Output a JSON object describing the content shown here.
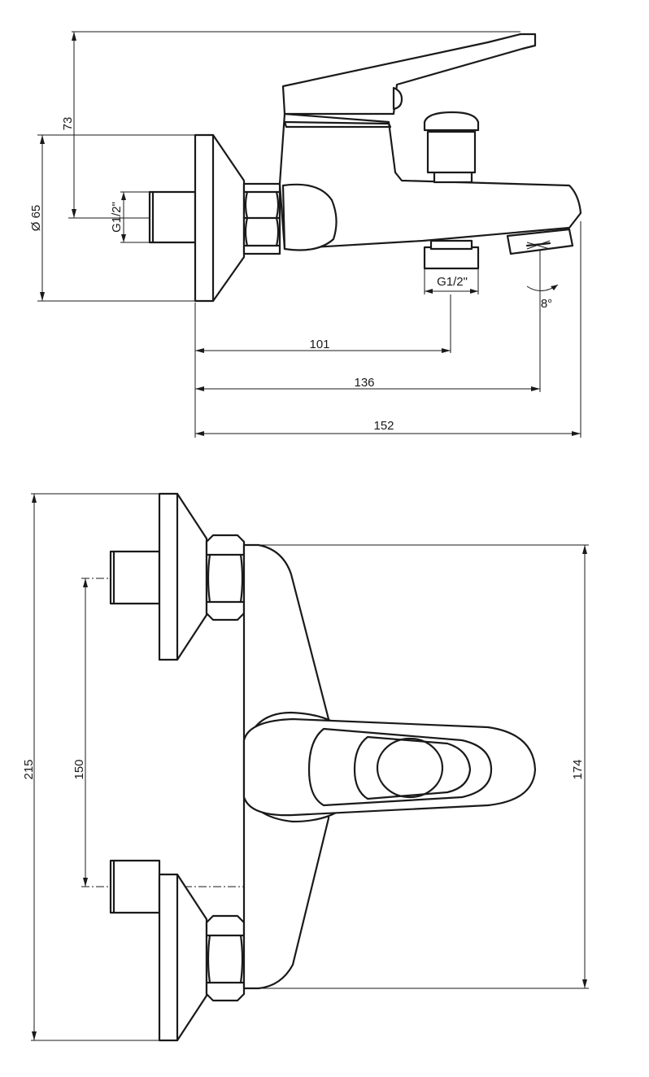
{
  "top_view": {
    "dim_height": "73",
    "dim_flange_diameter": "Ø 65",
    "dim_inlet_thread": "G1/2\"",
    "dim_outlet_thread": "G1/2\"",
    "dim_angle": "8°",
    "dim_length_1": "101",
    "dim_length_2": "136",
    "dim_length_3": "152"
  },
  "front_view": {
    "dim_total_height": "215",
    "dim_inlet_spacing": "150",
    "dim_body_height": "174"
  }
}
